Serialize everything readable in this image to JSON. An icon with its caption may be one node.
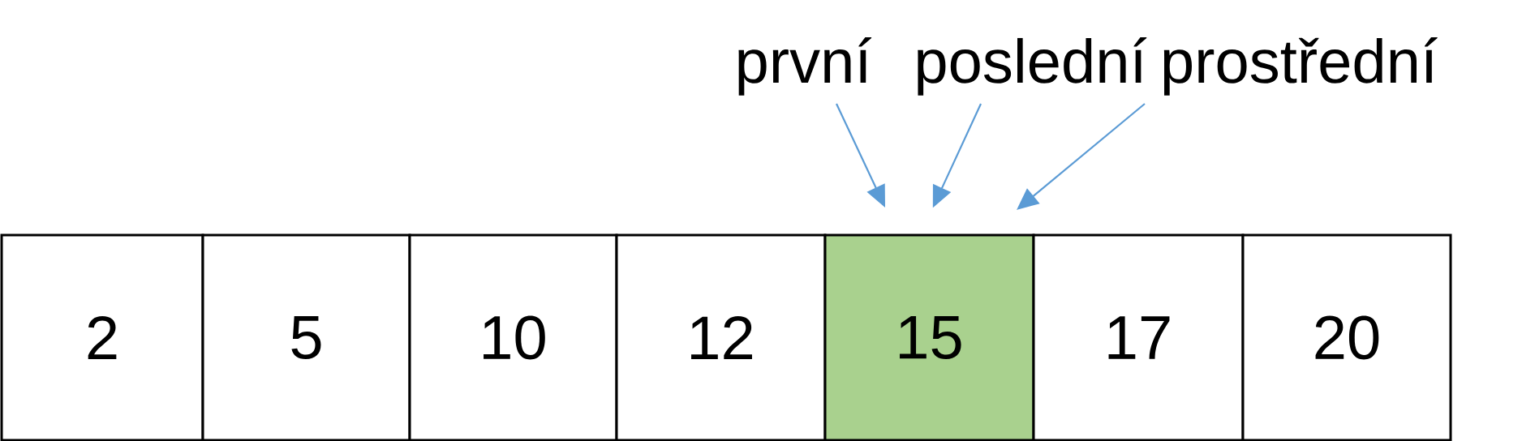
{
  "diagram": {
    "nodes": [
      {
        "text": [
          "první"
        ]
      },
      {
        "text": [
          "poslední"
        ]
      },
      {
        "text": [
          "prostřední"
        ]
      },
      {
        "text": [
          "2"
        ]
      },
      {
        "text": [
          "5"
        ]
      },
      {
        "text": [
          "10"
        ]
      },
      {
        "text": [
          "12"
        ]
      },
      {
        "text": [
          "15"
        ]
      },
      {
        "text": [
          "17"
        ]
      },
      {
        "text": [
          "20"
        ]
      }
    ],
    "edges": [
      {
        "from": 0,
        "to": 7,
        "arrow": "to"
      },
      {
        "from": 1,
        "to": 7,
        "arrow": "to"
      },
      {
        "from": 2,
        "to": 7,
        "arrow": "to"
      }
    ]
  }
}
